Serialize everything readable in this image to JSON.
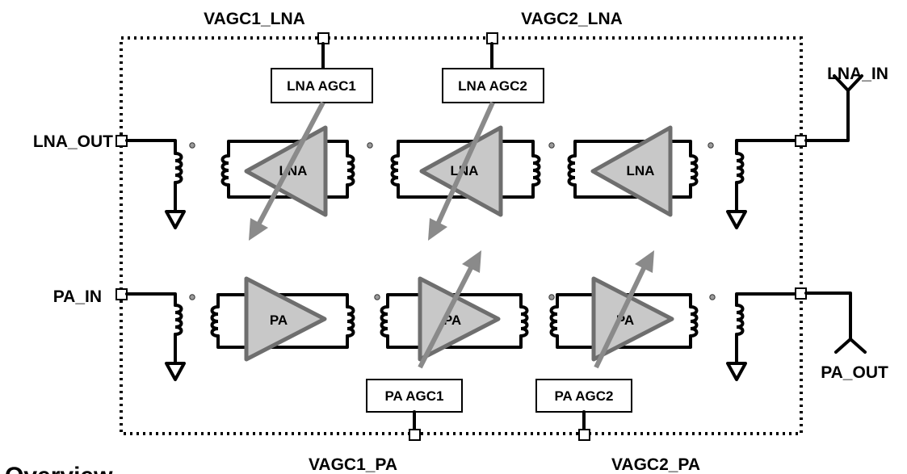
{
  "ports": {
    "vagc1_lna": "VAGC1_LNA",
    "vagc2_lna": "VAGC2_LNA",
    "vagc1_pa": "VAGC1_PA",
    "vagc2_pa": "VAGC2_PA",
    "lna_in": "LNA_IN",
    "lna_out": "LNA_OUT",
    "pa_in": "PA_IN",
    "pa_out": "PA_OUT"
  },
  "agc_blocks": {
    "lna_agc1": "LNA AGC1",
    "lna_agc2": "LNA AGC2",
    "pa_agc1": "PA AGC1",
    "pa_agc2": "PA AGC2"
  },
  "amplifiers": {
    "lna": "LNA",
    "pa": "PA"
  },
  "caption": "Overview",
  "colors": {
    "amplifier_fill": "#c8c8c8",
    "amplifier_stroke": "#6e6e6e",
    "control_arrow": "#8a8a8a",
    "wire": "#000000"
  }
}
